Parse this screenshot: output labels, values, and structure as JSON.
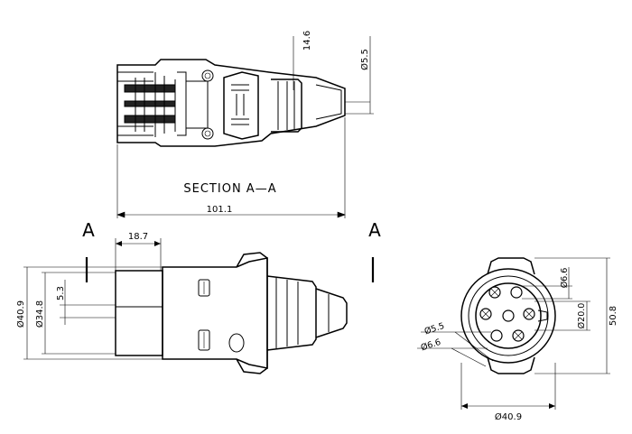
{
  "section_title": "SECTION A—A",
  "section_markers": {
    "left": "A",
    "right": "A"
  },
  "dimensions": {
    "section_length": "101.1",
    "section_height": "14.6",
    "section_cable_dia": "Ø5.5",
    "side_body_length": "18.7",
    "side_outer_dia": "Ø40.9",
    "side_inner_dia": "Ø34.8",
    "side_step": "5.3",
    "front_pin_dia": "Ø6.6",
    "front_pitch_dia": "Ø20.0",
    "front_height": "50.8",
    "front_small_pin_dia": "Ø5.5",
    "front_large_pin_dia": "Ø6.6",
    "front_outer_dia": "Ø40.9"
  }
}
